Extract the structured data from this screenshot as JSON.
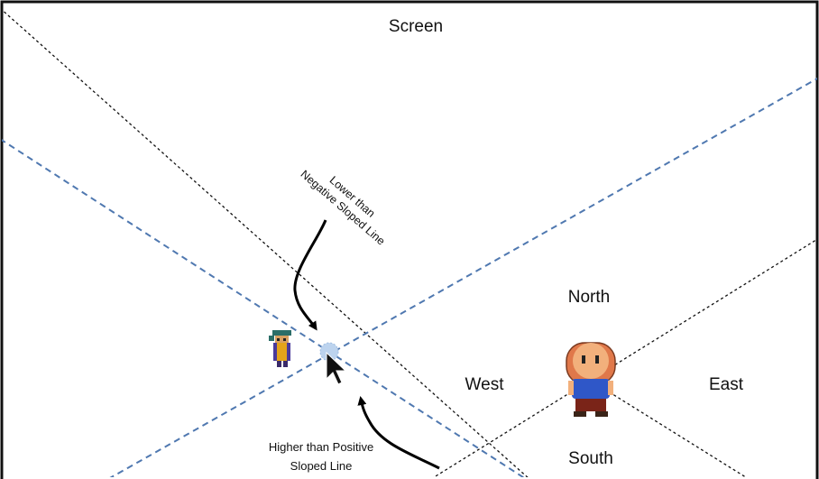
{
  "title": "Screen",
  "directions": {
    "north": "North",
    "south": "South",
    "west": "West",
    "east": "East"
  },
  "annotations": {
    "negative_line_line1": "Lower than",
    "negative_line_line2": "Negative Sloped Line",
    "positive_line_line1": "Higher than Positive",
    "positive_line_line2": "Sloped Line"
  },
  "colors": {
    "border": "#111111",
    "black_dashed": "#111111",
    "blue_dashed": "#4f78b0",
    "arrow": "#000000",
    "cursor_glow": "#bcd3ee",
    "player_skin": "#e0784a",
    "player_shirt": "#2f57c8",
    "player_pants": "#7a2418",
    "npc_hat": "#2b6e68",
    "npc_body": "#e3a31a"
  },
  "icons": {
    "player": "player-character-icon",
    "npc": "npc-character-icon",
    "cursor": "mouse-cursor-icon"
  }
}
